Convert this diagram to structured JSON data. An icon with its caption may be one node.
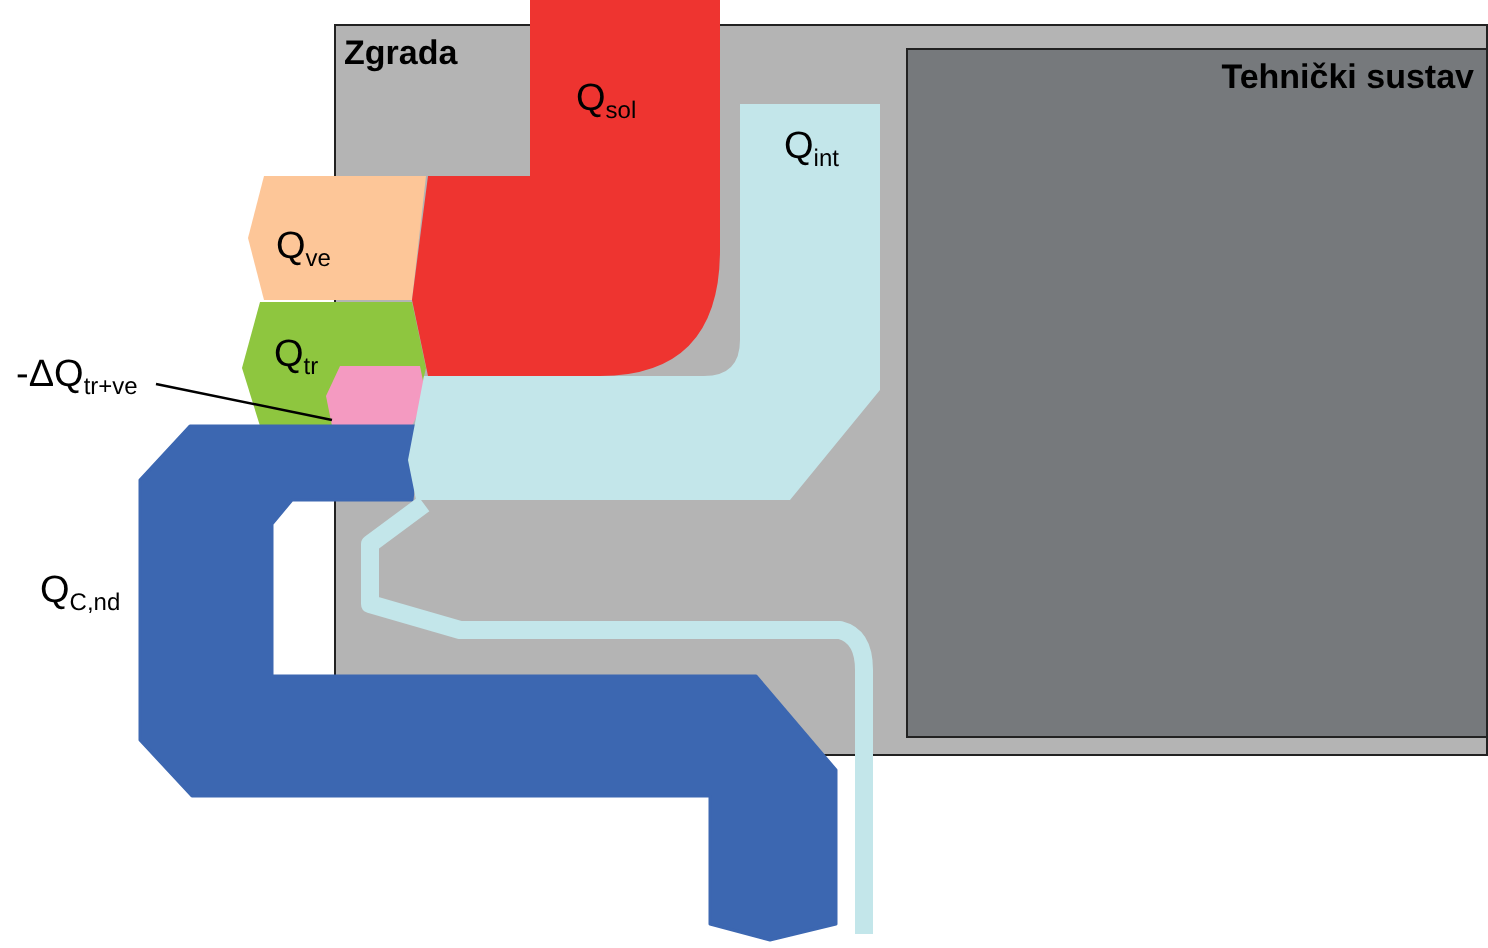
{
  "diagram": {
    "nodes": [
      {
        "text": [
          "Zgrada"
        ]
      },
      {
        "text": [
          "Tehnički sustav"
        ],
        "in": 0
      },
      {
        "text": [
          "Q$_{sol}$"
        ]
      },
      {
        "text": [
          "Q$_{int}$"
        ]
      },
      {
        "text": [
          "Q$_{ve}$"
        ]
      },
      {
        "text": [
          "Q$_{tr}$"
        ]
      },
      {
        "text": [
          "-ΔQ$_{tr+ve}$"
        ]
      },
      {
        "text": [],
        "shape": "box",
        "in": 5
      },
      {
        "text": [],
        "shape": "bar",
        "beside": [
          "Q$_{C,nd}$"
        ]
      }
    ],
    "edges": [
      {
        "from": 6,
        "to": 7,
        "arrow": "none"
      }
    ]
  }
}
